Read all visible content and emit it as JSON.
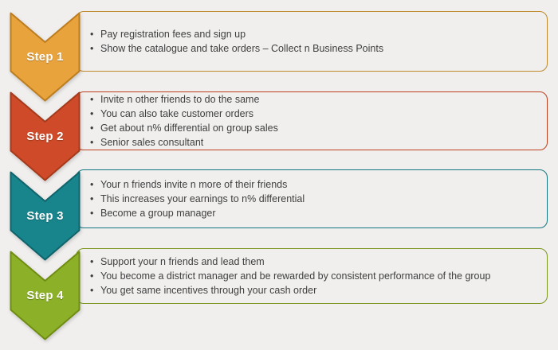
{
  "diagram": {
    "background": "#F0EFEE",
    "text_color": "#3F3F3F",
    "steps": [
      {
        "label": "Step 1",
        "chevron_fill": "#E8A33D",
        "chevron_stroke": "#BD7C1D",
        "box_border": "#C0892B",
        "bullets": [
          "Pay registration fees and sign up",
          "Show the catalogue and take orders – Collect n Business Points"
        ]
      },
      {
        "label": "Step 2",
        "chevron_fill": "#CE4A28",
        "chevron_stroke": "#A53A1B",
        "box_border": "#BC3F1E",
        "bullets": [
          "Invite n other friends to do the same",
          "You can also take customer orders",
          "Get about n% differential on group sales",
          "Senior sales consultant"
        ]
      },
      {
        "label": "Step 3",
        "chevron_fill": "#18858C",
        "chevron_stroke": "#0F646B",
        "box_border": "#11767F",
        "bullets": [
          "Your n friends invite n more of their friends",
          "This increases your earnings to n% differential",
          "Become a group manager"
        ]
      },
      {
        "label": "Step 4",
        "chevron_fill": "#8CB129",
        "chevron_stroke": "#6E8D11",
        "box_border": "#7B961F",
        "bullets": [
          "Support your n friends and lead them",
          "You become a district manager and be rewarded by consistent performance of the group",
          "You get same incentives through your cash order"
        ]
      }
    ]
  }
}
